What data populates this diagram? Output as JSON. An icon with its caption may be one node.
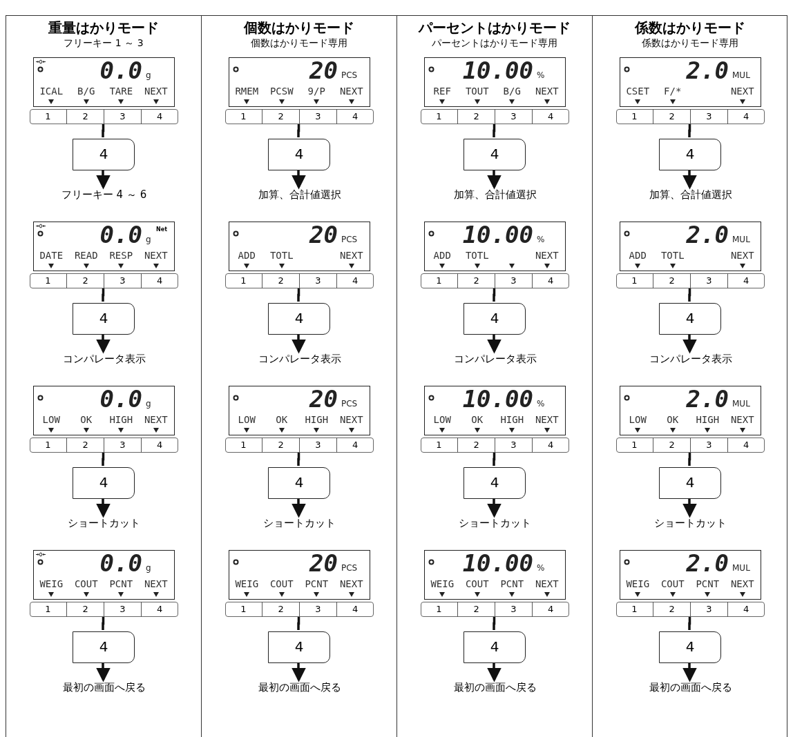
{
  "diagram": {
    "nodes": [
      {
        "text": [
          "重量はかりモード",
          "フリーキー 1 ～ 3"
        ]
      },
      {
        "text": [
          "0.0",
          "g",
          "ICAL",
          "B/G",
          "TARE",
          "NEXT"
        ],
        "in": 0
      },
      {
        "text": [],
        "shape": "bar",
        "in": 0
      },
      {
        "text": [
          "1"
        ],
        "in": 2
      },
      {
        "text": [
          "2"
        ],
        "in": 2
      },
      {
        "text": [
          "3"
        ],
        "in": 2
      },
      {
        "text": [
          "4"
        ],
        "in": 2
      },
      {
        "text": [
          "4"
        ],
        "in": 0
      },
      {
        "text": [
          "フリーキー 4 ～ 6"
        ],
        "in": 0
      },
      {
        "text": [
          "0.0",
          "Net",
          "g",
          "DATE",
          "READ",
          "RESP",
          "NEXT"
        ],
        "in": 0
      },
      {
        "text": [],
        "shape": "bar",
        "in": 0
      },
      {
        "text": [
          "1"
        ],
        "in": 10
      },
      {
        "text": [
          "2"
        ],
        "in": 10
      },
      {
        "text": [
          "3"
        ],
        "in": 10
      },
      {
        "text": [
          "4"
        ],
        "in": 10
      },
      {
        "text": [
          "4"
        ],
        "in": 0
      },
      {
        "text": [
          "コンパレータ表示"
        ],
        "in": 0
      },
      {
        "text": [
          "0.0",
          "g",
          "LOW",
          "OK",
          "HIGH",
          "NEXT"
        ],
        "in": 0
      },
      {
        "text": [],
        "shape": "bar",
        "in": 0
      },
      {
        "text": [
          "1"
        ],
        "in": 18
      },
      {
        "text": [
          "2"
        ],
        "in": 18
      },
      {
        "text": [
          "3"
        ],
        "in": 18
      },
      {
        "text": [
          "4"
        ],
        "in": 18
      },
      {
        "text": [
          "4"
        ],
        "in": 0
      },
      {
        "text": [
          "ショートカット"
        ],
        "in": 0
      },
      {
        "text": [
          "0.0",
          "g",
          "WEIG",
          "COUT",
          "PCNT",
          "NEXT"
        ],
        "in": 0
      },
      {
        "text": [],
        "shape": "bar",
        "in": 0
      },
      {
        "text": [
          "1"
        ],
        "in": 26
      },
      {
        "text": [
          "2"
        ],
        "in": 26
      },
      {
        "text": [
          "3"
        ],
        "in": 26
      },
      {
        "text": [
          "4"
        ],
        "in": 26
      },
      {
        "text": [
          "4"
        ],
        "in": 0
      },
      {
        "text": [
          "最初の画面へ戻る"
        ],
        "in": 0
      },
      {
        "text": [
          "個数はかりモード",
          "個数はかりモード専用"
        ]
      },
      {
        "text": [
          "20",
          "PCS",
          "RMEM",
          "PCSW",
          "9/P",
          "NEXT"
        ],
        "in": 33
      },
      {
        "text": [],
        "shape": "bar",
        "in": 33
      },
      {
        "text": [
          "1"
        ],
        "in": 35
      },
      {
        "text": [
          "2"
        ],
        "in": 35
      },
      {
        "text": [
          "3"
        ],
        "in": 35
      },
      {
        "text": [
          "4"
        ],
        "in": 35
      },
      {
        "text": [
          "4"
        ],
        "in": 33
      },
      {
        "text": [
          "加算、合計値選択"
        ],
        "in": 33
      },
      {
        "text": [
          "20",
          "PCS",
          "ADD",
          "TOTL",
          "NEXT"
        ],
        "in": 33
      },
      {
        "text": [],
        "shape": "bar",
        "in": 33
      },
      {
        "text": [
          "1"
        ],
        "in": 43
      },
      {
        "text": [
          "2"
        ],
        "in": 43
      },
      {
        "text": [
          "3"
        ],
        "in": 43
      },
      {
        "text": [
          "4"
        ],
        "in": 43
      },
      {
        "text": [
          "4"
        ],
        "in": 33
      },
      {
        "text": [
          "コンパレータ表示"
        ],
        "in": 33
      },
      {
        "text": [
          "20",
          "PCS",
          "LOW",
          "OK",
          "HIGH",
          "NEXT"
        ],
        "in": 33
      },
      {
        "text": [],
        "shape": "bar",
        "in": 33
      },
      {
        "text": [
          "1"
        ],
        "in": 51
      },
      {
        "text": [
          "2"
        ],
        "in": 51
      },
      {
        "text": [
          "3"
        ],
        "in": 51
      },
      {
        "text": [
          "4"
        ],
        "in": 51
      },
      {
        "text": [
          "4"
        ],
        "in": 33
      },
      {
        "text": [
          "ショートカット"
        ],
        "in": 33
      },
      {
        "text": [
          "20",
          "PCS",
          "WEIG",
          "COUT",
          "PCNT",
          "NEXT"
        ],
        "in": 33
      },
      {
        "text": [],
        "shape": "bar",
        "in": 33
      },
      {
        "text": [
          "1"
        ],
        "in": 59
      },
      {
        "text": [
          "2"
        ],
        "in": 59
      },
      {
        "text": [
          "3"
        ],
        "in": 59
      },
      {
        "text": [
          "4"
        ],
        "in": 59
      },
      {
        "text": [
          "4"
        ],
        "in": 33
      },
      {
        "text": [
          "最初の画面へ戻る"
        ],
        "in": 33
      },
      {
        "text": [
          "パーセントはかりモード",
          "パーセントはかりモード専用"
        ]
      },
      {
        "text": [
          "10.00",
          "%",
          "REF",
          "TOUT",
          "B/G",
          "NEXT"
        ],
        "in": 66
      },
      {
        "text": [],
        "shape": "bar",
        "in": 66
      },
      {
        "text": [
          "1"
        ],
        "in": 68
      },
      {
        "text": [
          "2"
        ],
        "in": 68
      },
      {
        "text": [
          "3"
        ],
        "in": 68
      },
      {
        "text": [
          "4"
        ],
        "in": 68
      },
      {
        "text": [
          "4"
        ],
        "in": 66
      },
      {
        "text": [
          "加算、合計値選択"
        ],
        "in": 66
      },
      {
        "text": [
          "10.00",
          "%",
          "ADD",
          "TOTL",
          "NEXT"
        ],
        "in": 66
      },
      {
        "text": [],
        "shape": "bar",
        "in": 66
      },
      {
        "text": [
          "1"
        ],
        "in": 76
      },
      {
        "text": [
          "2"
        ],
        "in": 76
      },
      {
        "text": [
          "3"
        ],
        "in": 76
      },
      {
        "text": [
          "4"
        ],
        "in": 76
      },
      {
        "text": [
          "4"
        ],
        "in": 66
      },
      {
        "text": [
          "コンパレータ表示"
        ],
        "in": 66
      },
      {
        "text": [
          "10.00",
          "%",
          "LOW",
          "OK",
          "HIGH",
          "NEXT"
        ],
        "in": 66
      },
      {
        "text": [],
        "shape": "bar",
        "in": 66
      },
      {
        "text": [
          "1"
        ],
        "in": 84
      },
      {
        "text": [
          "2"
        ],
        "in": 84
      },
      {
        "text": [
          "3"
        ],
        "in": 84
      },
      {
        "text": [
          "4"
        ],
        "in": 84
      },
      {
        "text": [
          "4"
        ],
        "in": 66
      },
      {
        "text": [
          "ショートカット"
        ],
        "in": 66
      },
      {
        "text": [
          "10.00",
          "%",
          "WEIG",
          "COUT",
          "PCNT",
          "NEXT"
        ],
        "in": 66
      },
      {
        "text": [],
        "shape": "bar",
        "in": 66
      },
      {
        "text": [
          "1"
        ],
        "in": 92
      },
      {
        "text": [
          "2"
        ],
        "in": 92
      },
      {
        "text": [
          "3"
        ],
        "in": 92
      },
      {
        "text": [
          "4"
        ],
        "in": 92
      },
      {
        "text": [
          "4"
        ],
        "in": 66
      },
      {
        "text": [
          "最初の画面へ戻る"
        ],
        "in": 66
      },
      {
        "text": [
          "係数はかりモード",
          "係数はかりモード専用"
        ]
      },
      {
        "text": [
          "2.0",
          "MUL",
          "CSET",
          "F/*",
          "NEXT"
        ],
        "in": 99
      },
      {
        "text": [],
        "shape": "bar",
        "in": 99
      },
      {
        "text": [
          "1"
        ],
        "in": 101
      },
      {
        "text": [
          "2"
        ],
        "in": 101
      },
      {
        "text": [
          "3"
        ],
        "in": 101
      },
      {
        "text": [
          "4"
        ],
        "in": 101
      },
      {
        "text": [
          "4"
        ],
        "in": 99
      },
      {
        "text": [
          "加算、合計値選択"
        ],
        "in": 99
      },
      {
        "text": [
          "2.0",
          "MUL",
          "ADD",
          "TOTL",
          "NEXT"
        ],
        "in": 99
      },
      {
        "text": [],
        "shape": "bar",
        "in": 99
      },
      {
        "text": [
          "1"
        ],
        "in": 109
      },
      {
        "text": [
          "2"
        ],
        "in": 109
      },
      {
        "text": [
          "3"
        ],
        "in": 109
      },
      {
        "text": [
          "4"
        ],
        "in": 109
      },
      {
        "text": [
          "4"
        ],
        "in": 99
      },
      {
        "text": [
          "コンパレータ表示"
        ],
        "in": 99
      },
      {
        "text": [
          "2.0",
          "MUL",
          "LOW",
          "OK",
          "HIGH",
          "NEXT"
        ],
        "in": 99
      },
      {
        "text": [],
        "shape": "bar",
        "in": 99
      },
      {
        "text": [
          "1"
        ],
        "in": 117
      },
      {
        "text": [
          "2"
        ],
        "in": 117
      },
      {
        "text": [
          "3"
        ],
        "in": 117
      },
      {
        "text": [
          "4"
        ],
        "in": 117
      },
      {
        "text": [
          "4"
        ],
        "in": 99
      },
      {
        "text": [
          "ショートカット"
        ],
        "in": 99
      },
      {
        "text": [
          "2.0",
          "MUL",
          "WEIG",
          "COUT",
          "PCNT",
          "NEXT"
        ],
        "in": 99
      },
      {
        "text": [],
        "shape": "bar",
        "in": 99
      },
      {
        "text": [
          "1"
        ],
        "in": 125
      },
      {
        "text": [
          "2"
        ],
        "in": 125
      },
      {
        "text": [
          "3"
        ],
        "in": 125
      },
      {
        "text": [
          "4"
        ],
        "in": 125
      },
      {
        "text": [
          "4"
        ],
        "in": 99
      },
      {
        "text": [
          "最初の画面へ戻る"
        ],
        "in": 99
      }
    ],
    "edges": [
      {
        "from": 2,
        "to": 7,
        "arrow": "none"
      },
      {
        "from": 7,
        "to": 8,
        "arrow": "to"
      },
      {
        "from": 10,
        "to": 15,
        "arrow": "none"
      },
      {
        "from": 15,
        "to": 16,
        "arrow": "to"
      },
      {
        "from": 18,
        "to": 23,
        "arrow": "none"
      },
      {
        "from": 23,
        "to": 24,
        "arrow": "to"
      },
      {
        "from": 26,
        "to": 31,
        "arrow": "none"
      },
      {
        "from": 31,
        "to": 32,
        "arrow": "to"
      },
      {
        "from": 35,
        "to": 40,
        "arrow": "none"
      },
      {
        "from": 40,
        "to": 41,
        "arrow": "to"
      },
      {
        "from": 43,
        "to": 48,
        "arrow": "none"
      },
      {
        "from": 48,
        "to": 49,
        "arrow": "to"
      },
      {
        "from": 51,
        "to": 56,
        "arrow": "none"
      },
      {
        "from": 56,
        "to": 57,
        "arrow": "to"
      },
      {
        "from": 59,
        "to": 64,
        "arrow": "none"
      },
      {
        "from": 64,
        "to": 65,
        "arrow": "to"
      },
      {
        "from": 68,
        "to": 73,
        "arrow": "none"
      },
      {
        "from": 73,
        "to": 74,
        "arrow": "to"
      },
      {
        "from": 76,
        "to": 81,
        "arrow": "none"
      },
      {
        "from": 81,
        "to": 82,
        "arrow": "to"
      },
      {
        "from": 84,
        "to": 89,
        "arrow": "none"
      },
      {
        "from": 89,
        "to": 90,
        "arrow": "to"
      },
      {
        "from": 92,
        "to": 97,
        "arrow": "none"
      },
      {
        "from": 97,
        "to": 98,
        "arrow": "to"
      },
      {
        "from": 101,
        "to": 106,
        "arrow": "none"
      },
      {
        "from": 106,
        "to": 107,
        "arrow": "to"
      },
      {
        "from": 109,
        "to": 114,
        "arrow": "none"
      },
      {
        "from": 114,
        "to": 115,
        "arrow": "to"
      },
      {
        "from": 117,
        "to": 122,
        "arrow": "none"
      },
      {
        "from": 122,
        "to": 123,
        "arrow": "to"
      },
      {
        "from": 125,
        "to": 130,
        "arrow": "none"
      },
      {
        "from": 130,
        "to": 131,
        "arrow": "to"
      }
    ]
  }
}
